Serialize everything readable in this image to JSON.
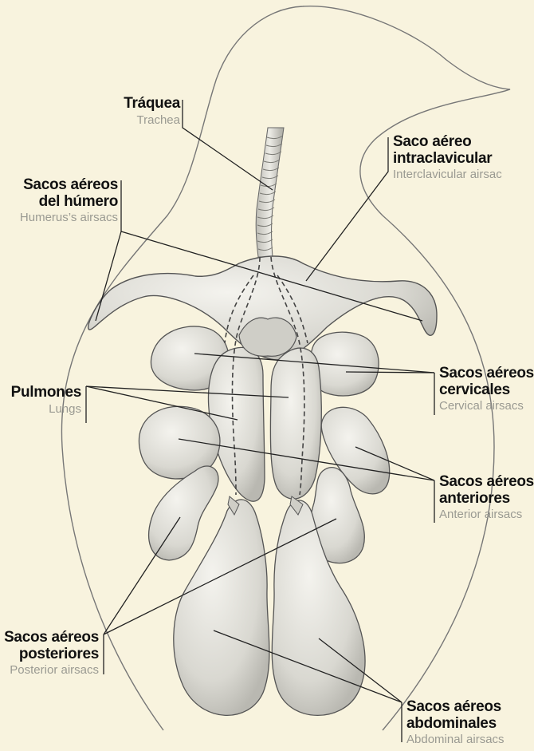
{
  "labels": {
    "trachea": {
      "es": "Tráquea",
      "en": "Trachea"
    },
    "intraclav": {
      "es1": "Saco aéreo",
      "es2": "intraclavicular",
      "en": "Interclavicular airsac"
    },
    "humerus": {
      "es1": "Sacos aéreos",
      "es2": "del húmero",
      "en": "Humerus’s airsacs"
    },
    "lungs": {
      "es": "Pulmones",
      "en": "Lungs"
    },
    "cervical": {
      "es1": "Sacos aéreos",
      "es2": "cervicales",
      "en": "Cervical airsacs"
    },
    "anterior": {
      "es1": "Sacos aéreos",
      "es2": "anteriores",
      "en": "Anterior airsacs"
    },
    "posterior": {
      "es1": "Sacos aéreos",
      "es2": "posteriores",
      "en": "Posterior airsacs"
    },
    "abdominal": {
      "es1": "Sacos aéreos",
      "es2": "abdominales",
      "en": "Abdominal airsacs"
    }
  },
  "colors": {
    "background": "#f8f3de",
    "organ_fill": "#e4e3dc",
    "outline": "#555555",
    "label_primary": "#111111",
    "label_secondary": "#9a9a92"
  }
}
